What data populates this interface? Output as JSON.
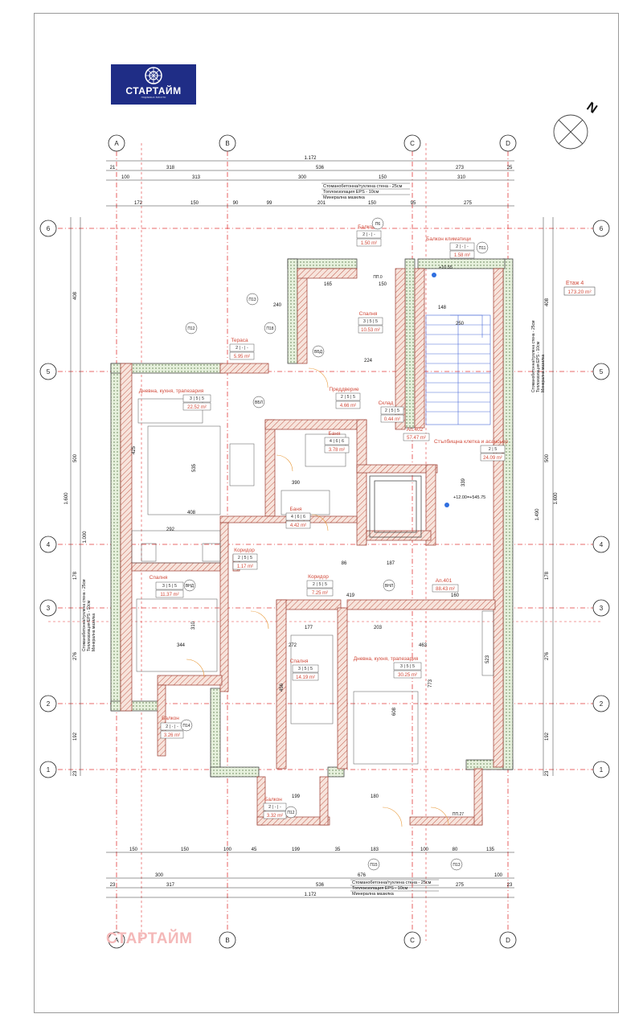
{
  "brand": {
    "name": "СТАРТАЙМ",
    "tagline": "ПОДЗЕМНО ВИСОТО",
    "watermark": "СТАРТАЙМ"
  },
  "north_label": "N",
  "grid": {
    "columns": [
      "A",
      "B",
      "C",
      "D"
    ],
    "rows": [
      "6",
      "5",
      "4",
      "3",
      "2",
      "1"
    ]
  },
  "floor": {
    "name": "Етаж 4",
    "area": "173.20 m²"
  },
  "wall_notes": [
    "Стоманобетонна/тухлена стена - 25см",
    "Топлоизолация EPS - 10см",
    "Минерална мазилка"
  ],
  "rooms": [
    {
      "name": "Балкон",
      "code": "2 | - | -",
      "area": "1.50 m²"
    },
    {
      "name": "Балкон климатици",
      "code": "2 | - | -",
      "area": "1.58 m²"
    },
    {
      "name": "Спалня",
      "code": "3 | 5 | 5",
      "area": "10.53 m²"
    },
    {
      "name": "Тераса",
      "code": "2 | - | -",
      "area": "5.95 m²"
    },
    {
      "name": "Дневна, кухня, трапезария",
      "code": "3 | 5 | 5",
      "area": "22.52 m²"
    },
    {
      "name": "Преддверие",
      "code": "2 | 5 | 5",
      "area": "4.66 m²"
    },
    {
      "name": "Склад",
      "code": "2 | 5 | 5",
      "area": "0.44 m²"
    },
    {
      "name": "Ап.402",
      "code": "",
      "area": "57.47 m²"
    },
    {
      "name": "Баня",
      "code": "4 | 6 | 6",
      "area": "3.78 m²"
    },
    {
      "name": "Стълбищна клетка и асансьор",
      "code": "2 | 5",
      "area": "24.09 m²"
    },
    {
      "name": "Баня",
      "code": "4 | 6 | 6",
      "area": "4.42 m²"
    },
    {
      "name": "Коридор",
      "code": "2 | 5 | 5",
      "area": "1.17 m²"
    },
    {
      "name": "Коридор",
      "code": "2 | 5 | 5",
      "area": "7.25 m²"
    },
    {
      "name": "Спалня",
      "code": "3 | 5 | 5",
      "area": "11.37 m²"
    },
    {
      "name": "Ап.401",
      "code": "",
      "area": "88.43 m²"
    },
    {
      "name": "Спалня",
      "code": "3 | 5 | 5",
      "area": "14.19 m²"
    },
    {
      "name": "Дневна, кухня, трапезария",
      "code": "3 | 5 | 5",
      "area": "30.25 m²"
    },
    {
      "name": "Балкон",
      "code": "2 | - | -",
      "area": "3.26 m²"
    },
    {
      "name": "Балкон",
      "code": "2 | - | -",
      "area": "3.32 m²"
    }
  ],
  "dimensions": {
    "top_total": "1.172",
    "top_row1": [
      "21",
      "318",
      "536",
      "273",
      "25"
    ],
    "top_row2": [
      "100",
      "313",
      "300",
      "150",
      "310"
    ],
    "top_row3": [
      "172",
      "150",
      "90",
      "99",
      "201",
      "150",
      "95",
      "275"
    ],
    "bottom_row1": [
      "150",
      "150",
      "100",
      "45",
      "199",
      "35",
      "183",
      "100",
      "80",
      "135"
    ],
    "bottom_row2": [
      "300",
      "676",
      "100"
    ],
    "bottom_row3": [
      "23",
      "317",
      "536",
      "275",
      "23"
    ],
    "bottom_total": "1.172",
    "left_side": [
      "408",
      "500",
      "1.600",
      "1.000",
      "178",
      "276",
      "192",
      "23"
    ],
    "right_side": [
      "408",
      "500",
      "1.600",
      "1.490",
      "178",
      "276",
      "192",
      "23"
    ],
    "interior": [
      "165",
      "150",
      "240",
      "224",
      "148",
      "250",
      "408",
      "292",
      "344",
      "272",
      "463",
      "419",
      "203",
      "160",
      "177",
      "187",
      "86",
      "339",
      "523",
      "773",
      "608",
      "456",
      "390",
      "310",
      "535",
      "425",
      "199",
      "180"
    ]
  },
  "tags": [
    "П6",
    "П11",
    "П12",
    "П13",
    "П18",
    "П14",
    "П12",
    "П15",
    "П13",
    "ВБД",
    "ВНД",
    "ВБЛ",
    "ВНЛ",
    "ПП.0",
    "ПП.27"
  ],
  "elevations": [
    "+10.55",
    "+12.00=+545.75"
  ]
}
